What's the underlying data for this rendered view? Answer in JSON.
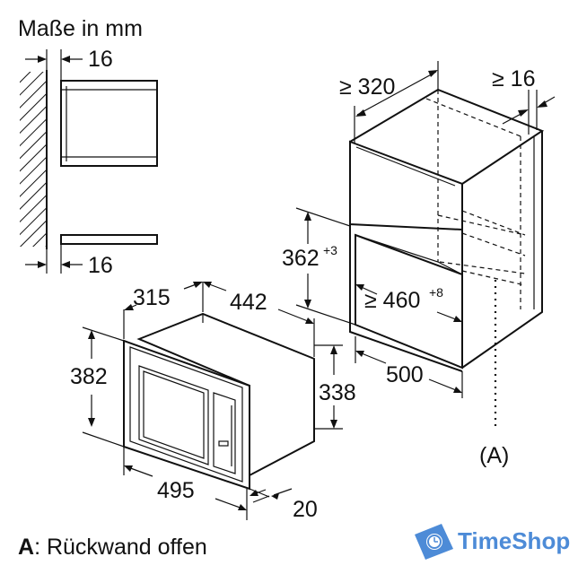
{
  "units_label": "Maße in mm",
  "dimensions": {
    "side_gap_top": "16",
    "side_gap_bottom": "16",
    "cabinet_width": "≥ 320",
    "cabinet_side_gap": "≥ 16",
    "opening_height": "362",
    "opening_height_tol": "+3",
    "opening_depth": "≥ 460",
    "opening_depth_tol": "+8",
    "cabinet_depth": "500",
    "appliance_depth": "315",
    "appliance_body_width": "442",
    "front_height": "382",
    "body_height": "338",
    "front_width": "495",
    "front_thickness": "20"
  },
  "marker_a": "(A)",
  "legend": {
    "key": "A",
    "text": ": Rückwand offen"
  },
  "watermark": {
    "text": "TimeShop",
    "color": "#2f77d1"
  }
}
